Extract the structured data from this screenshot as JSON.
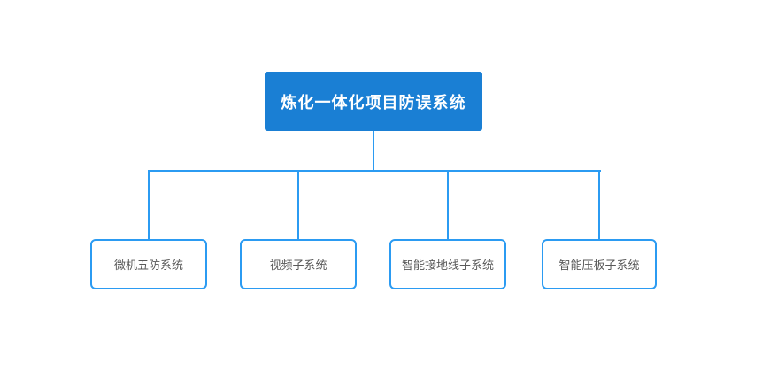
{
  "diagram": {
    "type": "org-tree",
    "root": {
      "label": "炼化一体化项目防误系统"
    },
    "children": [
      {
        "label": "微机五防系统"
      },
      {
        "label": "视频子系统"
      },
      {
        "label": "智能接地线子系统"
      },
      {
        "label": "智能压板子系统"
      }
    ],
    "colors": {
      "root_fill": "#1a7fd4",
      "root_text": "#ffffff",
      "connector": "#2b9bf2",
      "child_border": "#2b9bf2",
      "child_text": "#595959",
      "background": "#ffffff"
    }
  }
}
